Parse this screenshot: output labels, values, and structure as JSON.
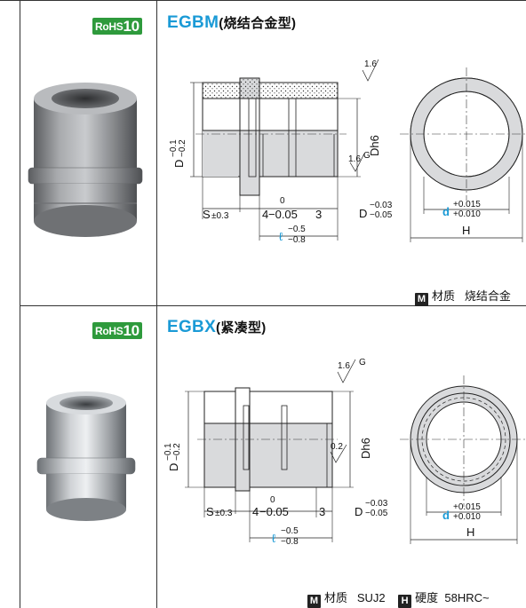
{
  "sections": [
    {
      "badge": {
        "text": "RoHS",
        "num": "10"
      },
      "model": "EGBM",
      "type": "(烧结合金型)",
      "dims": {
        "d_side": "D",
        "d_side_tol_top": "−0.1",
        "d_side_tol_bot": "−0.2",
        "dh6": "Dh6",
        "s": "S",
        "s_tol": "±0.3",
        "four": "4",
        "four_tol_top": "0",
        "four_tol_bot": "−0.05",
        "three": "3",
        "l_sym": "ℓ",
        "l_tol_top": "−0.5",
        "l_tol_bot": "−0.8",
        "d_bot": "D",
        "d_bot_tol_top": "−0.03",
        "d_bot_tol_bot": "−0.05",
        "bore": "d",
        "bore_tol_top": "+0.015",
        "bore_tol_bot": "+0.010",
        "h": "H",
        "rough_top": "1.6",
        "rough_mid": "1.6",
        "datum": "G"
      },
      "footer": {
        "icon": "M",
        "label": "材质",
        "value": "烧结合金"
      }
    },
    {
      "badge": {
        "text": "RoHS",
        "num": "10"
      },
      "model": "EGBX",
      "type": "(紧凑型)",
      "dims": {
        "d_side": "D",
        "d_side_tol_top": "−0.1",
        "d_side_tol_bot": "−0.2",
        "dh6": "Dh6",
        "s": "S",
        "s_tol": "±0.3",
        "four": "4",
        "four_tol_top": "0",
        "four_tol_bot": "−0.05",
        "three": "3",
        "l_sym": "ℓ",
        "l_tol_top": "−0.5",
        "l_tol_bot": "−0.8",
        "d_bot": "D",
        "d_bot_tol_top": "−0.03",
        "d_bot_tol_bot": "−0.05",
        "bore": "d",
        "bore_tol_top": "+0.015",
        "bore_tol_bot": "+0.010",
        "h": "H",
        "rough_top": "1.6",
        "rough_mid": "0.2",
        "datum": "G"
      },
      "footer": {
        "icon": "M",
        "label": "材质",
        "value": "SUJ2",
        "icon2": "H",
        "label2": "硬度",
        "value2": "58HRC~"
      }
    }
  ],
  "colors": {
    "title": "#1a9ad6",
    "badge": "#2e9a3c",
    "line": "#333333"
  }
}
